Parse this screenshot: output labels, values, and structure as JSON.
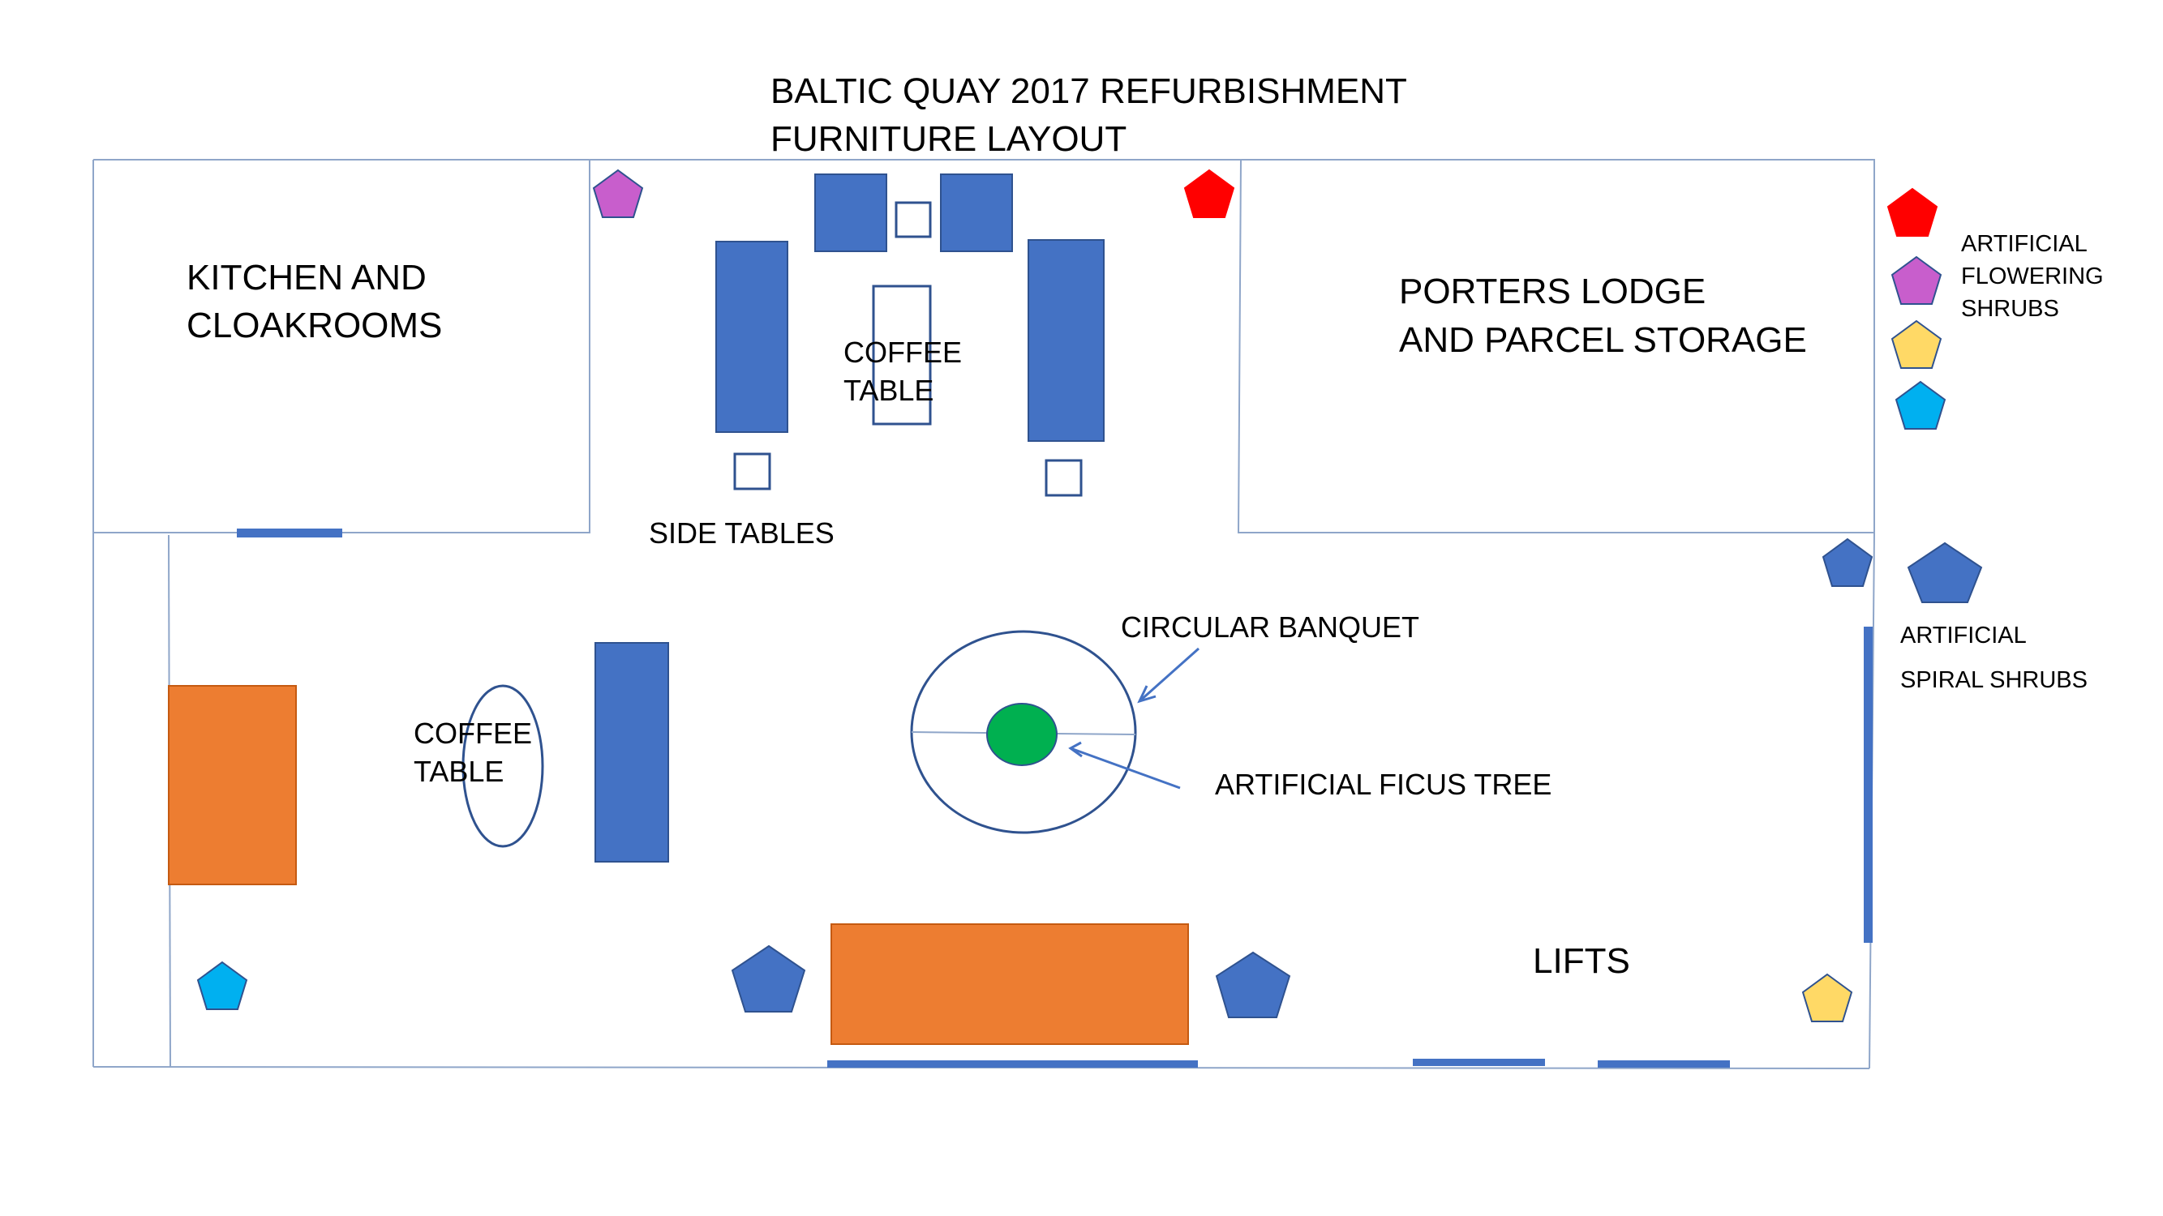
{
  "title": {
    "line1": "BALTIC QUAY  2017 REFURBISHMENT",
    "line2": "FURNITURE LAYOUT"
  },
  "rooms": {
    "kitchen": {
      "line1": "KITCHEN AND",
      "line2": "CLOAKROOMS"
    },
    "porters": {
      "line1": "PORTERS LODGE",
      "line2": "AND PARCEL STORAGE"
    },
    "lifts": "LIFTS"
  },
  "labels": {
    "coffee_table_top": {
      "line1": "COFFEE",
      "line2": "TABLE"
    },
    "coffee_table_left": {
      "line1": "COFFEE",
      "line2": "TABLE"
    },
    "side_tables": "SIDE TABLES",
    "circular_banquet": "CIRCULAR BANQUET",
    "ficus_tree": "ARTIFICIAL FICUS TREE"
  },
  "legend": {
    "flowering": {
      "line1": "ARTIFICIAL",
      "line2": "FLOWERING",
      "line3": "SHRUBS"
    },
    "spiral": {
      "line1": "ARTIFICIAL",
      "line2": "SPIRAL SHRUBS"
    }
  },
  "colors": {
    "wall": "#8fa6c9",
    "sofa_blue": "#4472c4",
    "sofa_outline": "#2f528f",
    "orange": "#ed7d31",
    "green": "#00b050",
    "red": "#ff0000",
    "purple": "#c85ecc",
    "yellow": "#ffd966",
    "cyan": "#00b0f0"
  }
}
